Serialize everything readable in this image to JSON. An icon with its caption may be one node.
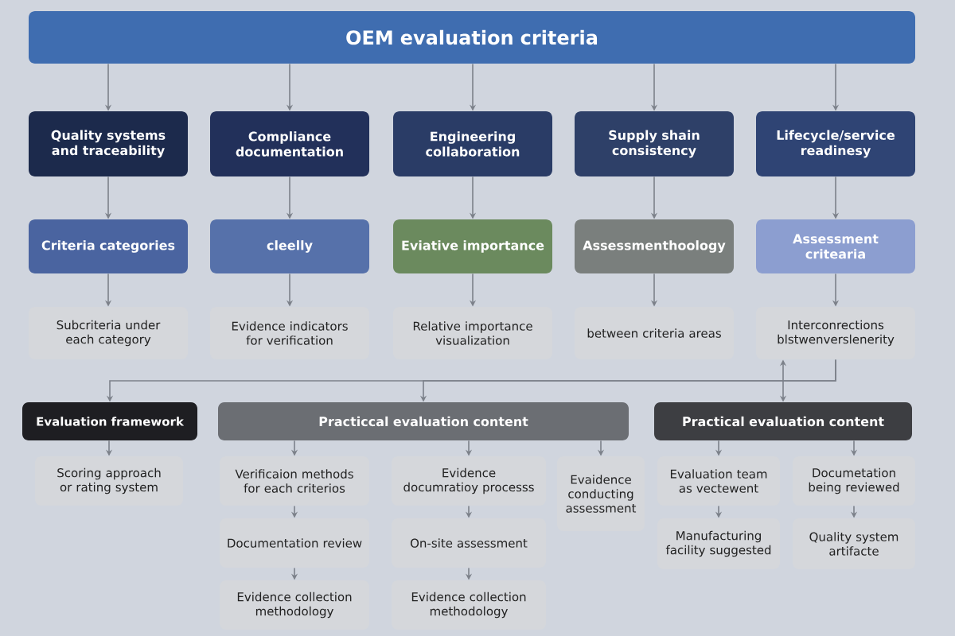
{
  "diagram": {
    "nodes": [
      {
        "text": [
          "OEM evaluation criteria"
        ]
      },
      {
        "text": [
          "Quality systems and traceability"
        ]
      },
      {
        "text": [
          "Compliance documentation"
        ]
      },
      {
        "text": [
          "Engineering collaboration"
        ]
      },
      {
        "text": [
          "Supply shain consistency"
        ]
      },
      {
        "text": [
          "Lifecycle/service readinesy"
        ]
      },
      {
        "text": [
          "Criteria categories"
        ]
      },
      {
        "text": [
          "cleelly"
        ]
      },
      {
        "text": [
          "Eviative importance"
        ]
      },
      {
        "text": [
          "Assessmenthoology"
        ]
      },
      {
        "text": [
          "Assessment critearia"
        ]
      },
      {
        "text": [
          "Subcriteria under each category"
        ]
      },
      {
        "text": [
          "Evidence indicators for verification"
        ]
      },
      {
        "text": [
          "Relative importance visualization"
        ]
      },
      {
        "text": [
          "between criteria areas"
        ]
      },
      {
        "text": [
          "Interconrections blstwenverslenerity"
        ]
      },
      {
        "text": [
          "Evaluation framework"
        ]
      },
      {
        "text": [
          "Practiccal evaluation content"
        ]
      },
      {
        "text": [
          "Practical evaluation content"
        ]
      },
      {
        "text": [
          "Scoring approach or rating system"
        ]
      },
      {
        "text": [
          "Verificaion methods for each criterios"
        ]
      },
      {
        "text": [
          "Documentation review"
        ]
      },
      {
        "text": [
          "Evidence collection methodology"
        ]
      },
      {
        "text": [
          "Evidence documratioy processs"
        ]
      },
      {
        "text": [
          "On-site assessment"
        ]
      },
      {
        "text": [
          "Evidence collection methodology"
        ]
      },
      {
        "text": [
          "Evaidence conducting assessment"
        ]
      },
      {
        "text": [
          "Evaluation team as vectewent"
        ]
      },
      {
        "text": [
          "Manufacturing facility suggested"
        ]
      },
      {
        "text": [
          "Documetation being reviewed"
        ]
      },
      {
        "text": [
          "Quality system artifacte"
        ]
      }
    ],
    "edges": [
      {
        "from": 0,
        "to": 1,
        "arrow": "to"
      },
      {
        "from": 0,
        "to": 2,
        "arrow": "to"
      },
      {
        "from": 0,
        "to": 3,
        "arrow": "to"
      },
      {
        "from": 0,
        "to": 4,
        "arrow": "to"
      },
      {
        "from": 0,
        "to": 5,
        "arrow": "to"
      },
      {
        "from": 1,
        "to": 6,
        "arrow": "to"
      },
      {
        "from": 2,
        "to": 7,
        "arrow": "to"
      },
      {
        "from": 3,
        "to": 8,
        "arrow": "to"
      },
      {
        "from": 4,
        "to": 9,
        "arrow": "to"
      },
      {
        "from": 5,
        "to": 10,
        "arrow": "to"
      },
      {
        "from": 6,
        "to": 11,
        "arrow": "to"
      },
      {
        "from": 7,
        "to": 12,
        "arrow": "to"
      },
      {
        "from": 8,
        "to": 13,
        "arrow": "to"
      },
      {
        "from": 9,
        "to": 14,
        "arrow": "to"
      },
      {
        "from": 10,
        "to": 15,
        "arrow": "to"
      },
      {
        "from": 15,
        "to": 16,
        "arrow": "to"
      },
      {
        "from": 15,
        "to": 17,
        "arrow": "to"
      },
      {
        "from": 15,
        "to": 18,
        "arrow": "both"
      },
      {
        "from": 16,
        "to": 19,
        "arrow": "to"
      },
      {
        "from": 17,
        "to": 20,
        "arrow": "to"
      },
      {
        "from": 17,
        "to": 23,
        "arrow": "to"
      },
      {
        "from": 17,
        "to": 26,
        "arrow": "to"
      },
      {
        "from": 20,
        "to": 21,
        "arrow": "to"
      },
      {
        "from": 21,
        "to": 22,
        "arrow": "to"
      },
      {
        "from": 23,
        "to": 24,
        "arrow": "to"
      },
      {
        "from": 24,
        "to": 25,
        "arrow": "to"
      },
      {
        "from": 18,
        "to": 27,
        "arrow": "to"
      },
      {
        "from": 18,
        "to": 29,
        "arrow": "to"
      },
      {
        "from": 27,
        "to": 28,
        "arrow": "to"
      },
      {
        "from": 29,
        "to": 30,
        "arrow": "to"
      }
    ]
  }
}
